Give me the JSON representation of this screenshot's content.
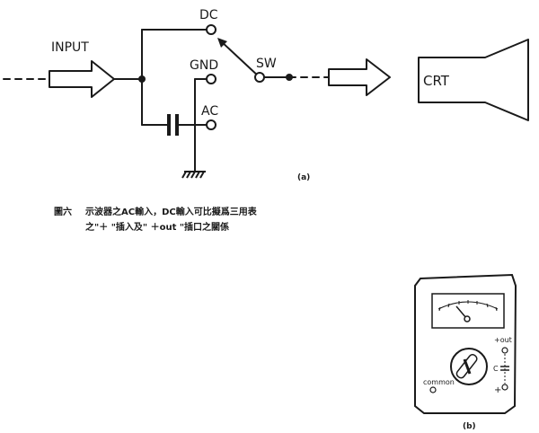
{
  "part_a": {
    "input_label": "INPUT",
    "dc_label": "DC",
    "gnd_label": "GND",
    "ac_label": "AC",
    "sw_label": "SW",
    "crt_label": "CRT",
    "panel_tag": "(a)"
  },
  "caption": {
    "figure_no": "圖六",
    "line1": "示波器之AC輸入，DC輸入可比擬爲三用表",
    "line2": "之\"＋ \"插入及\" ＋out \"插口之關係"
  },
  "part_b": {
    "plus_out_label": "+out",
    "c_label": "C",
    "plus_label": "+",
    "common_label": "common",
    "panel_tag": "(b)"
  },
  "colors": {
    "ink": "#1a1a1a",
    "paper": "#ffffff"
  }
}
